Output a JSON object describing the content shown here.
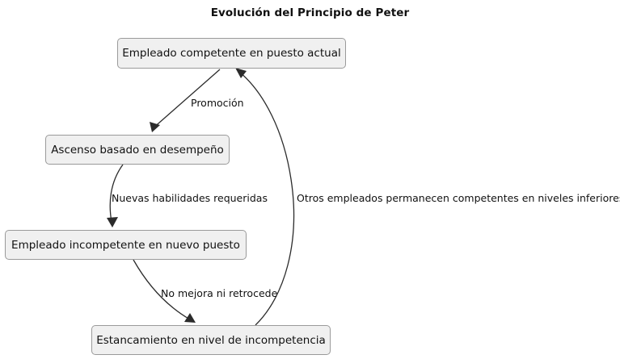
{
  "title": "Evolución del Principio de Peter",
  "nodes": [
    {
      "id": "competente",
      "label": "Empleado competente en puesto actual"
    },
    {
      "id": "ascenso",
      "label": "Ascenso basado en desempeño"
    },
    {
      "id": "incompetente",
      "label": "Empleado incompetente en nuevo puesto"
    },
    {
      "id": "estancamiento",
      "label": "Estancamiento en nivel de incompetencia"
    }
  ],
  "edges": [
    {
      "from": "competente",
      "to": "ascenso",
      "label": "Promoción"
    },
    {
      "from": "ascenso",
      "to": "incompetente",
      "label": "Nuevas habilidades requeridas"
    },
    {
      "from": "incompetente",
      "to": "estancamiento",
      "label": "No mejora ni retrocede"
    },
    {
      "from": "estancamiento",
      "to": "competente",
      "label": "Otros empleados permanecen competentes en niveles inferiores"
    }
  ],
  "colors": {
    "node_fill": "#f0f0f0",
    "node_border": "#9a9a9a",
    "edge_stroke": "#2b2b2b",
    "text": "#111111",
    "background": "#ffffff"
  }
}
